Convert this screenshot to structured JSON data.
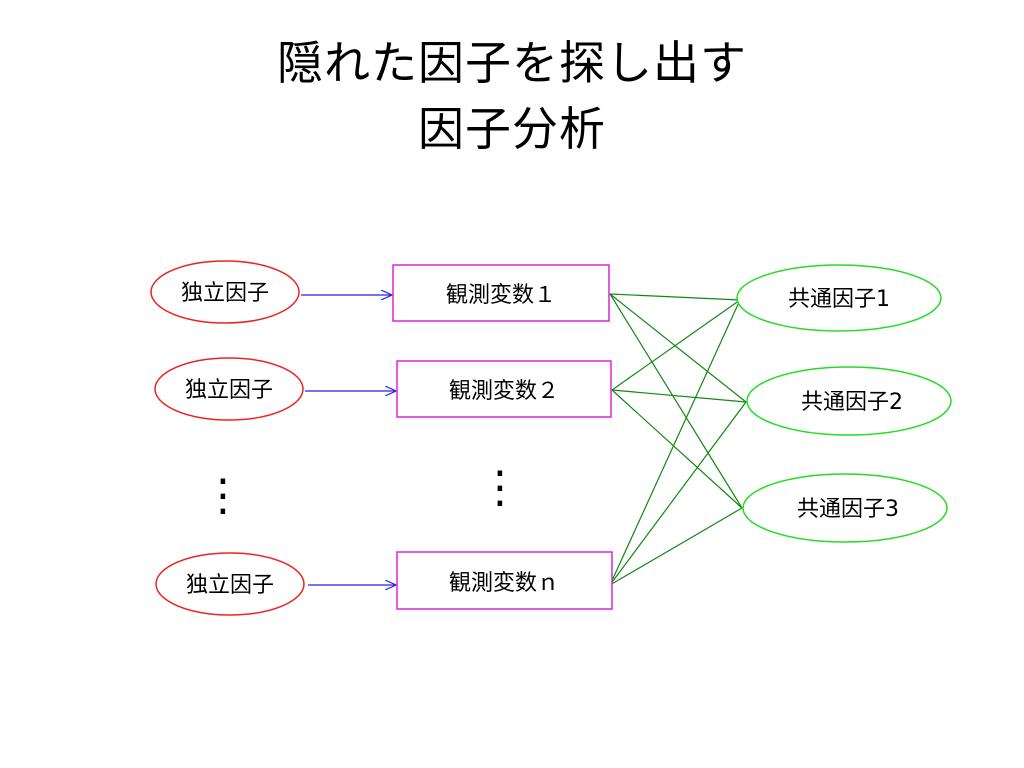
{
  "slide": {
    "title_line1": "隠れた因子を探し出す",
    "title_line2": "因子分析"
  },
  "diagram": {
    "independent_factors": [
      "独立因子",
      "独立因子",
      "独立因子"
    ],
    "observed_variables": [
      "観測変数１",
      "観測変数２",
      "観測変数ｎ"
    ],
    "common_factors": [
      "共通因子1",
      "共通因子2",
      "共通因子3"
    ],
    "ellipsis": "⋮",
    "colors": {
      "independent": "#ee2222",
      "observed": "#dd22dd",
      "common": "#22dd22",
      "arrow": "#2222ee",
      "link": "#118811"
    }
  }
}
